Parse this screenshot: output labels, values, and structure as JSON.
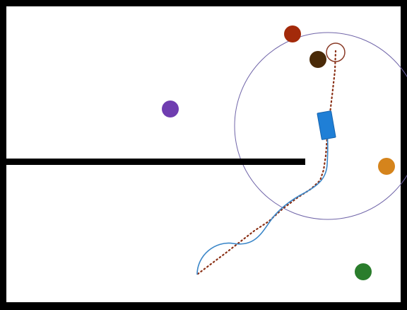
{
  "scene": {
    "colors": {
      "frame": "#000000",
      "field": "#ffffff",
      "wall": "#000000",
      "sensor_ring": "#6f64a8",
      "robot": "#1f7fd6",
      "robot_edge": "#1663ad",
      "path_actual": "#3a86c8",
      "path_planned": "#8a2f14",
      "goal_marker": "#8a3a26"
    },
    "objects": [
      {
        "name": "red-ball",
        "color": "#a32a0a"
      },
      {
        "name": "brown-ball",
        "color": "#4a2a08"
      },
      {
        "name": "purple-ball",
        "color": "#6f3db0"
      },
      {
        "name": "orange-ball",
        "color": "#d5841c"
      },
      {
        "name": "green-ball",
        "color": "#2a7d2c"
      }
    ]
  }
}
